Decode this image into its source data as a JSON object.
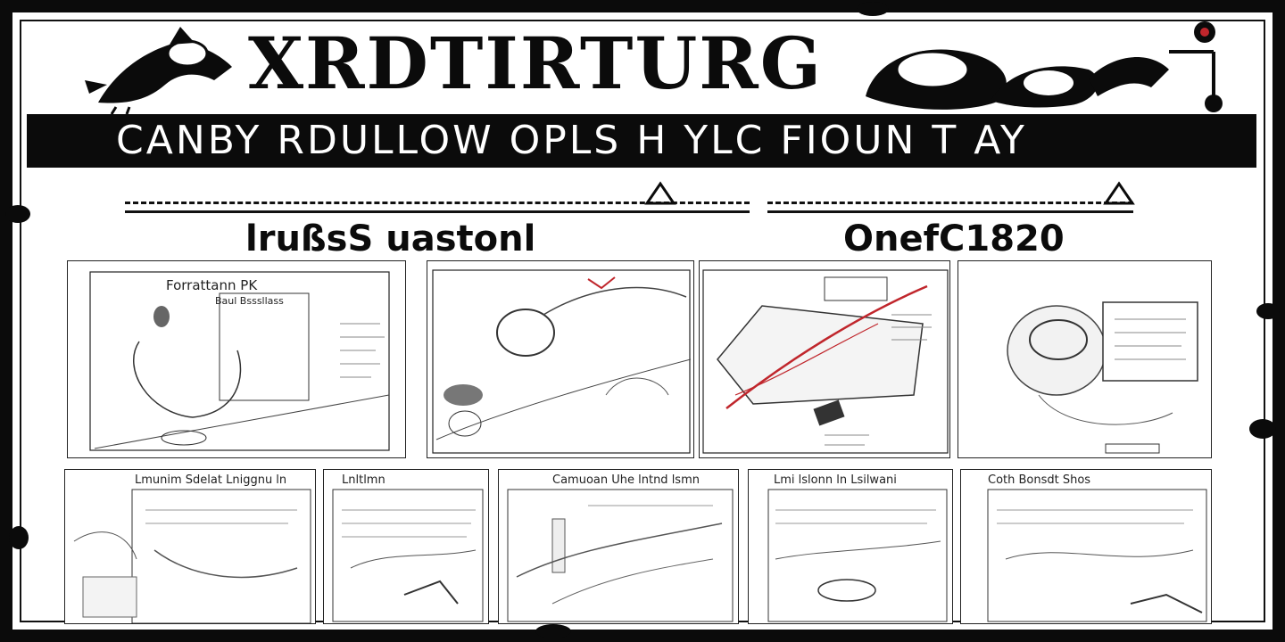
{
  "header": {
    "title": "XRDTIRTURG",
    "banner": "CANBY RDULLOW OPLS H YLC FIOUN T AY"
  },
  "subheads": {
    "left": "lrußsS uastonl",
    "right": "OnefC1820"
  },
  "panels": {
    "first_caption": "Forrattann PK",
    "first_inset_caption": "Baul Bsssllass",
    "bottom_captions": [
      "Lmunim Sdelat Lniggnu ln",
      "Lnltlmn",
      "Camuoan Uhe lntnd lsmn",
      "Lmi lslonn ln Lsilwani",
      "Coth Bonsdt Shos"
    ]
  },
  "colors": {
    "ink": "#0b0b0b",
    "accent_red": "#c0262c",
    "paper": "#ffffff"
  }
}
